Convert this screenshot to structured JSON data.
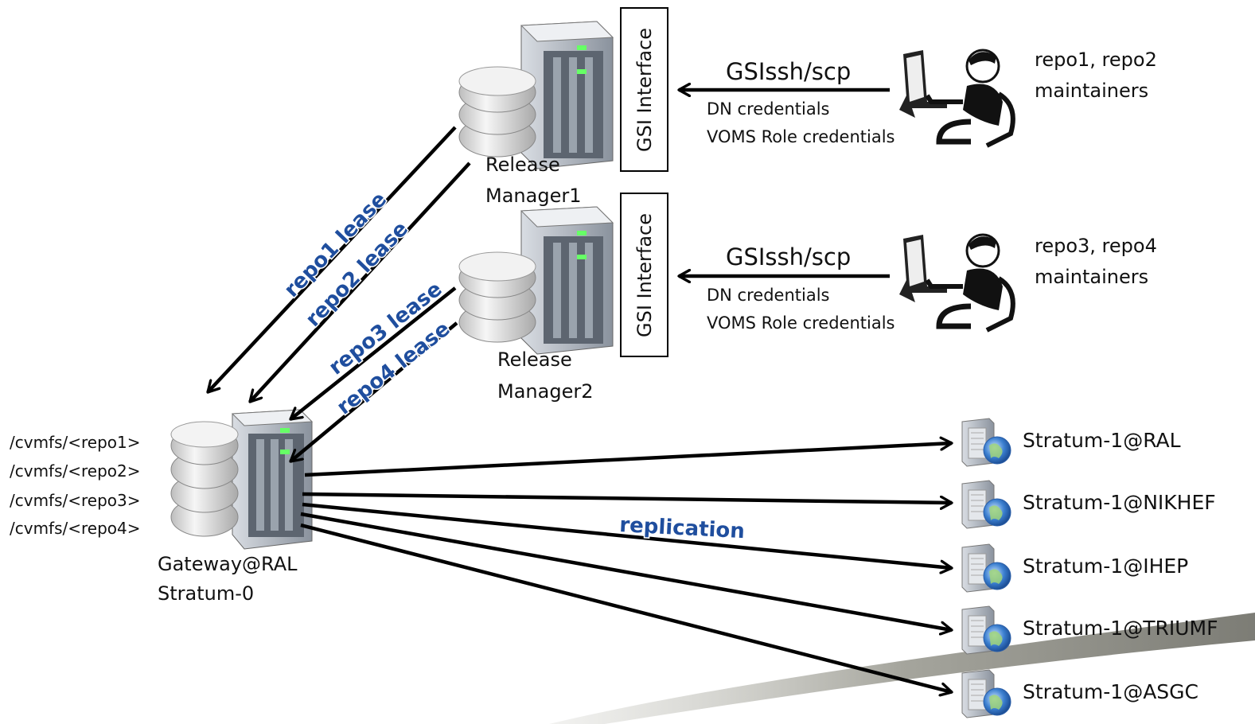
{
  "release_managers": [
    {
      "label_line1": "Release",
      "label_line2": "Manager1",
      "interface_label": "GSI Interface"
    },
    {
      "label_line1": "Release",
      "label_line2": "Manager2",
      "interface_label": "GSI Interface"
    }
  ],
  "maintainers": [
    {
      "label_line1": "repo1, repo2",
      "label_line2": "maintainers"
    },
    {
      "label_line1": "repo3, repo4",
      "label_line2": "maintainers"
    }
  ],
  "connections": [
    {
      "protocol": "GSIssh/scp",
      "credential1": "DN credentials",
      "credential2": "VOMS Role credentials"
    },
    {
      "protocol": "GSIssh/scp",
      "credential1": "DN credentials",
      "credential2": "VOMS Role credentials"
    }
  ],
  "leases": [
    "repo1 lease",
    "repo2 lease",
    "repo3 lease",
    "repo4 lease"
  ],
  "gateway": {
    "label_line1": "Gateway@RAL",
    "label_line2": "Stratum-0",
    "repos": [
      "/cvmfs/<repo1>",
      "/cvmfs/<repo2>",
      "/cvmfs/<repo3>",
      "/cvmfs/<repo4>"
    ]
  },
  "replication_label": "replication",
  "stratum1": [
    "Stratum-1@RAL",
    "Stratum-1@NIKHEF",
    "Stratum-1@IHEP",
    "Stratum-1@TRIUMF",
    "Stratum-1@ASGC"
  ],
  "colors": {
    "lease_text": "#1f4e9e",
    "arrows": "#000000",
    "swoosh": "#8f8f86"
  }
}
